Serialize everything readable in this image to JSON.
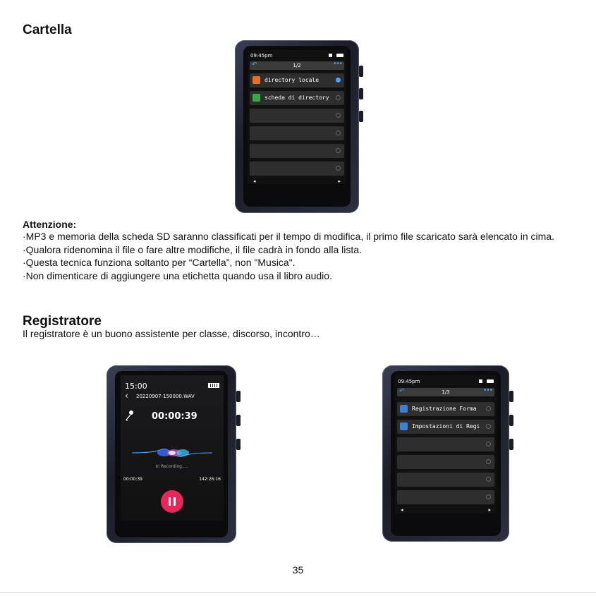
{
  "sections": {
    "folder_title": "Cartella",
    "attention_title": "Attenzione:",
    "attention_lines": [
      "·MP3 e memoria della scheda SD saranno classificati per il tempo di modifica, il primo file scaricato sarà elencato in cima.",
      "·Qualora ridenomina il file o fare altre modifiche, il file cadrà in fondo alla lista.",
      "·Questa tecnica funziona soltanto per “Cartella”, non \"Musica\".",
      "·Non dimenticare di aggiungere una etichetta quando usa il libro audio."
    ],
    "recorder_title": "Registratore",
    "recorder_sub": "Il registratore è un buono assistente per classe, discorso, incontro…",
    "page_number": "35"
  },
  "device_folder": {
    "time": "09:45pm",
    "page": "1/2",
    "rows": [
      {
        "label": "directory locale",
        "icon": "folder-icon",
        "color": "#e0702a",
        "selected": true
      },
      {
        "label": "scheda di directory",
        "icon": "sd-card-icon",
        "color": "#3aa84a",
        "selected": false
      },
      {
        "label": "",
        "selected": false
      },
      {
        "label": "",
        "selected": false
      },
      {
        "label": "",
        "selected": false
      },
      {
        "label": "",
        "selected": false
      }
    ],
    "prev": "◂",
    "next": "▸"
  },
  "device_recording": {
    "time": "15:00",
    "filename": "20220907-150000.WAV",
    "elapsed": "00:00:39",
    "status": "In Recording.....",
    "left_time": "00:00:39",
    "right_time": "142:26:16"
  },
  "device_recorder_menu": {
    "time": "09:45pm",
    "page": "1/3",
    "rows": [
      {
        "label": "Registrazione Forma",
        "icon": "record-icon",
        "color": "#3a7fd8"
      },
      {
        "label": "Impostazioni  di Regi",
        "icon": "settings-icon",
        "color": "#3a7fd8"
      },
      {
        "label": ""
      },
      {
        "label": ""
      },
      {
        "label": ""
      },
      {
        "label": ""
      }
    ],
    "prev": "◂",
    "next": "▸"
  },
  "colors": {
    "accent": "#4aa3ff",
    "record_button": "#e8285a"
  }
}
